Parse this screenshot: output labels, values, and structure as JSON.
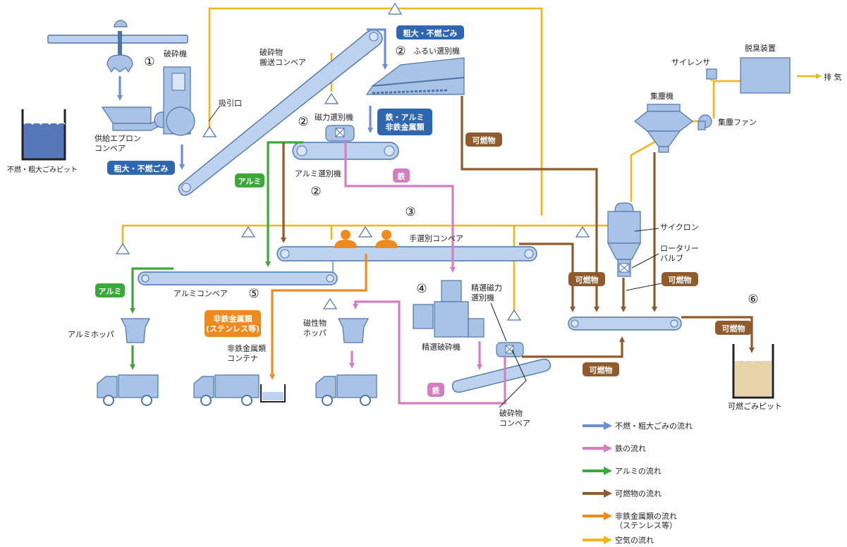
{
  "colors": {
    "noncombustible": "#6f8fd0",
    "iron": "#d37ec0",
    "aluminum": "#3ca83a",
    "combustible": "#8f5a2c",
    "nonferrous": "#ef8a1e",
    "air": "#f2b51b",
    "tag_blue": "#2f66b0",
    "tag_green": "#3ca83a",
    "tag_brown": "#8f5a2c",
    "tag_pink": "#d37ec0",
    "tag_orange": "#ef8a1e",
    "equipment": "#a9c3e6"
  },
  "steps": {
    "s1": "①",
    "s2a": "②",
    "s2b": "②",
    "s2c": "②",
    "s3": "③",
    "s4": "④",
    "s5": "⑤",
    "s6": "⑥"
  },
  "labels": {
    "crusher": "破砕機",
    "crushed_conveyor": "破砕物\n搬送コンベア",
    "sieve": "ふるい選別機",
    "suction_port": "吸引口",
    "apron_conveyor": "供給エプロン\nコンベア",
    "bulky_pit": "不燃・粗大ごみピット",
    "magnetic_separator": "磁力選別機",
    "alumi_separator": "アルミ選別機",
    "hand_sort_conveyor": "手選別コンベア",
    "alumi_conveyor": "アルミコンベア",
    "alumi_hopper": "アルミホッパ",
    "nonferrous_container": "非鉄金属類\nコンテナ",
    "magnetic_hopper": "磁性物\nホッパ",
    "fine_crusher": "精選破砕機",
    "fine_magnetic": "精選磁力\n選別機",
    "crushed_conveyor2": "破砕物\nコンベア",
    "cyclone": "サイクロン",
    "rotary_valve": "ロータリー\nバルブ",
    "dust_collector": "集塵機",
    "dust_fan": "集塵ファン",
    "silencer": "サイレンサ",
    "deodorizer": "脱臭装置",
    "exhaust": "排 気",
    "combustible_pit": "可燃ごみピット"
  },
  "tags": {
    "bulky_top": "粗大・不燃ごみ",
    "bulky_left": "粗大・不燃ごみ",
    "metals": "鉄・アルミ\n非鉄金属類",
    "combustible_1": "可燃物",
    "alumi_1": "アルミ",
    "iron_1": "鉄",
    "alumi_2": "アルミ",
    "nonferrous": "非鉄金属類\n(ステンレス等)",
    "combustible_2": "可燃物",
    "combustible_3": "可燃物",
    "combustible_4": "可燃物",
    "combustible_5": "可燃物",
    "iron_2": "鉄"
  },
  "legend": [
    {
      "label": "不燃・粗大ごみの流れ",
      "color": "#6f8fd0"
    },
    {
      "label": "鉄の流れ",
      "color": "#d37ec0"
    },
    {
      "label": "アルミの流れ",
      "color": "#3ca83a"
    },
    {
      "label": "可燃物の流れ",
      "color": "#8f5a2c"
    },
    {
      "label": "非鉄金属類の流れ\n（ステンレス等）",
      "color": "#ef8a1e"
    },
    {
      "label": "空気の流れ",
      "color": "#f2b51b"
    }
  ]
}
